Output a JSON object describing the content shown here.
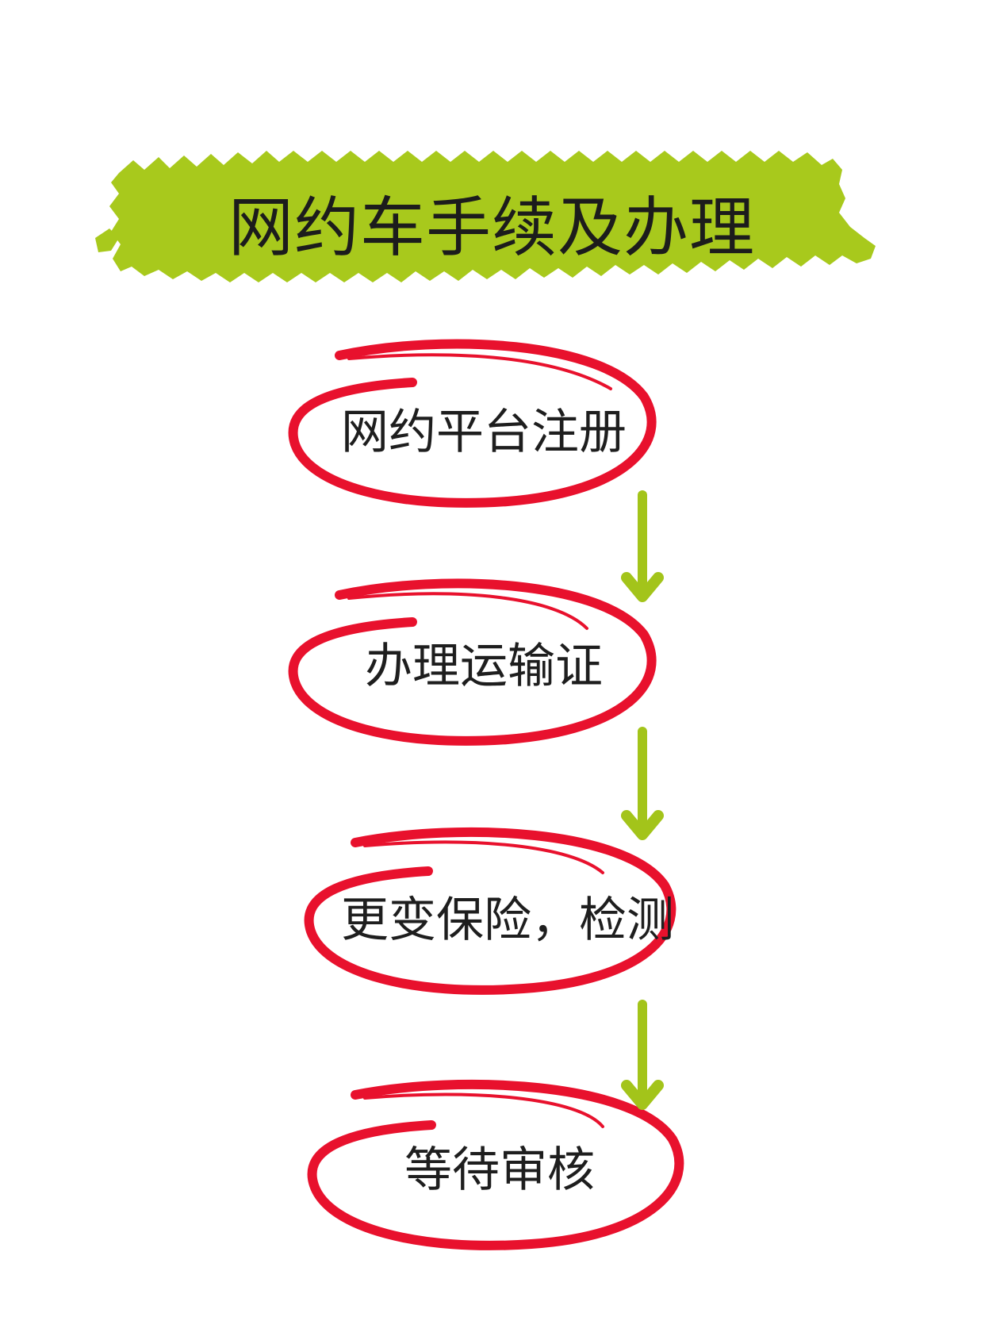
{
  "title": "网约车手续及办理",
  "colors": {
    "highlight": "#a8c91c",
    "circle": "#e8112d",
    "arrow": "#a3c41a",
    "text": "#1e1e1e"
  },
  "steps": [
    {
      "label": "网约平台注册"
    },
    {
      "label": "办理运输证"
    },
    {
      "label": "更变保险，检测"
    },
    {
      "label": "等待审核"
    }
  ]
}
